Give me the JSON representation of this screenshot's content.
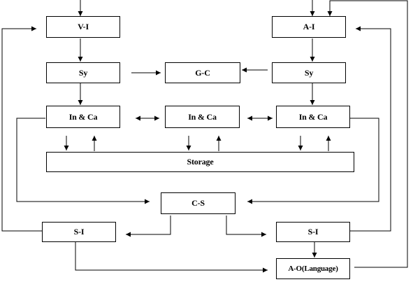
{
  "diagram": {
    "boxes": {
      "v_i": "V-I",
      "a_i": "A-I",
      "sy_left": "Sy",
      "g_c": "G-C",
      "sy_right": "Sy",
      "in_ca_left": "In & Ca",
      "in_ca_mid": "In & Ca",
      "in_ca_right": "In & Ca",
      "storage": "Storage",
      "c_s": "C-S",
      "s_i_left": "S-I",
      "s_i_right": "S-I",
      "a_o": "A-O(Language)"
    },
    "colors": {
      "line": "#000000",
      "box_border": "#000000",
      "background": "#ffffff"
    }
  }
}
